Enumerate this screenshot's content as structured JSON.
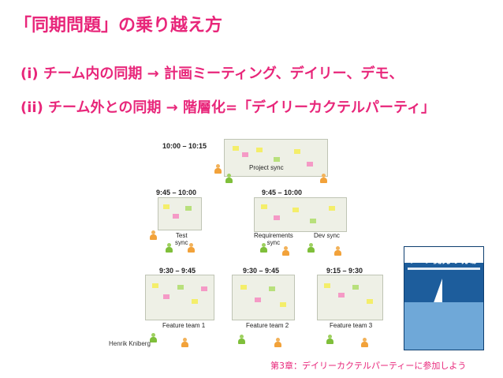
{
  "title": "「同期問題」の乗り越え方",
  "bullets": [
    "(i) チーム内の同期 → 計画ミーティング、デイリー、デモ、",
    "(ii) チーム外との同期 → 階層化=「デイリーカクテルパーティ」"
  ],
  "diagram": {
    "times": [
      "10:00 – 10:15",
      "9:45 – 10:00",
      "9:45 – 10:00",
      "9:30 – 9:45",
      "9:30 – 9:45",
      "9:15 – 9:30"
    ],
    "project_sync": "Project sync",
    "test_sync": "Test\nsync",
    "requirements_sync": "Requirements\nsync",
    "dev_sync": "Dev sync",
    "teams": [
      "Feature team 1",
      "Feature team 2",
      "Feature team 3"
    ]
  },
  "credit": "Henrik Kniberg",
  "book": {
    "title": "リーン開発の現場"
  },
  "footnote": "第3章：デイリーカクテルパーティーに参加しよう",
  "colors": {
    "accent": "#e8267a",
    "book_blue": "#1d5d9c"
  }
}
